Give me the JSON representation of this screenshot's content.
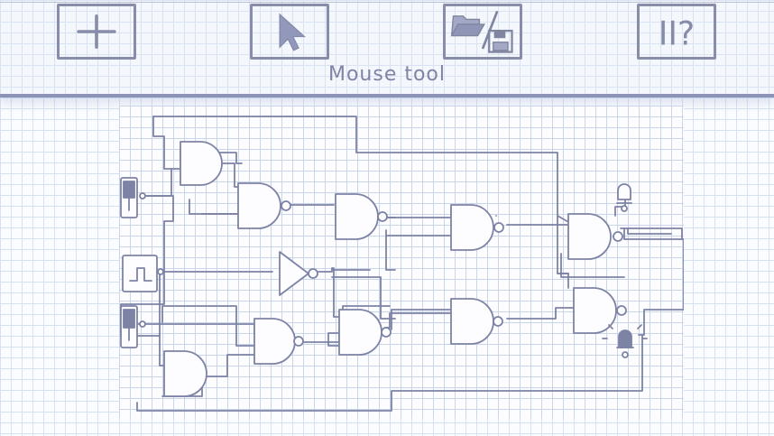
{
  "toolbar": {
    "buttons": [
      {
        "name": "add-component-button",
        "icon": "plus-icon"
      },
      {
        "name": "mouse-tool-button",
        "icon": "cursor-arrow-icon"
      },
      {
        "name": "open-save-button",
        "icon": "folder-floppy-icon"
      },
      {
        "name": "pause-help-button",
        "icon": "pause-help-icon",
        "text": "II?"
      }
    ],
    "status_text": "Mouse tool"
  },
  "circuit": {
    "components": [
      "toggle-switch-top",
      "clock-source",
      "toggle-switch-bottom",
      "and-gate-1",
      "nand-gate-1",
      "not-gate",
      "nand-gate-2",
      "nand-gate-3",
      "nand-gate-4",
      "nand-gate-5",
      "nand-gate-6",
      "and-gate-2",
      "nand-gate-7",
      "nand-gate-8",
      "output-lamp-off",
      "output-lamp-on"
    ]
  },
  "colors": {
    "ink": "#7d83a5",
    "toolbar_border": "#8d93b6",
    "grid": "#d6e2f2"
  }
}
